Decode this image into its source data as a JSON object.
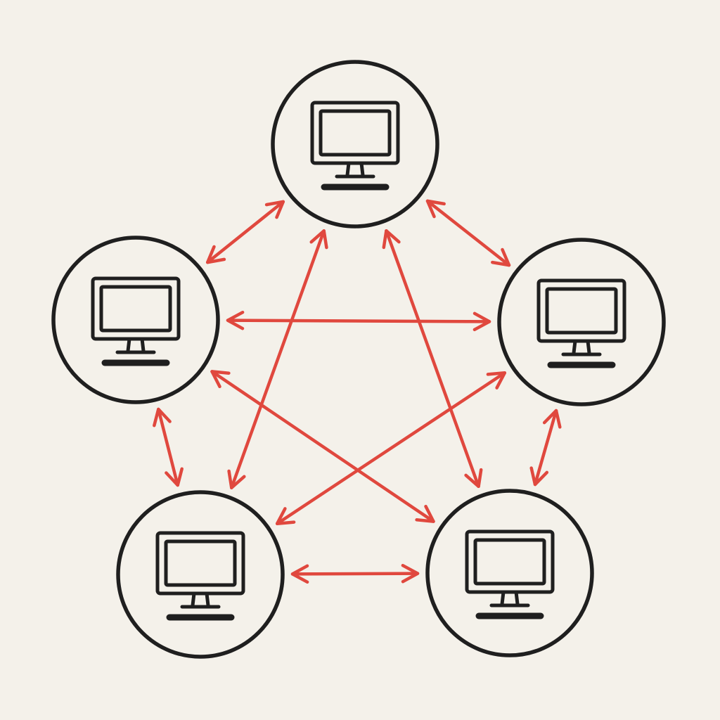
{
  "colors": {
    "background": "#f4f1ea",
    "node_stroke": "#1f1f1f",
    "connection": "#e0483e"
  },
  "nodes": [
    {
      "id": "top",
      "icon": "computer-monitor-icon"
    },
    {
      "id": "upper-left",
      "icon": "computer-monitor-icon"
    },
    {
      "id": "upper-right",
      "icon": "computer-monitor-icon"
    },
    {
      "id": "lower-left",
      "icon": "computer-monitor-icon"
    },
    {
      "id": "lower-right",
      "icon": "computer-monitor-icon"
    }
  ],
  "connections": [
    {
      "from": "top",
      "to": "upper-left",
      "direction": "bidirectional"
    },
    {
      "from": "top",
      "to": "upper-right",
      "direction": "bidirectional"
    },
    {
      "from": "top",
      "to": "lower-left",
      "direction": "bidirectional"
    },
    {
      "from": "top",
      "to": "lower-right",
      "direction": "bidirectional"
    },
    {
      "from": "upper-left",
      "to": "upper-right",
      "direction": "bidirectional"
    },
    {
      "from": "upper-left",
      "to": "lower-left",
      "direction": "bidirectional"
    },
    {
      "from": "upper-left",
      "to": "lower-right",
      "direction": "bidirectional"
    },
    {
      "from": "upper-right",
      "to": "lower-left",
      "direction": "bidirectional"
    },
    {
      "from": "upper-right",
      "to": "lower-right",
      "direction": "bidirectional"
    },
    {
      "from": "lower-left",
      "to": "lower-right",
      "direction": "bidirectional"
    }
  ]
}
